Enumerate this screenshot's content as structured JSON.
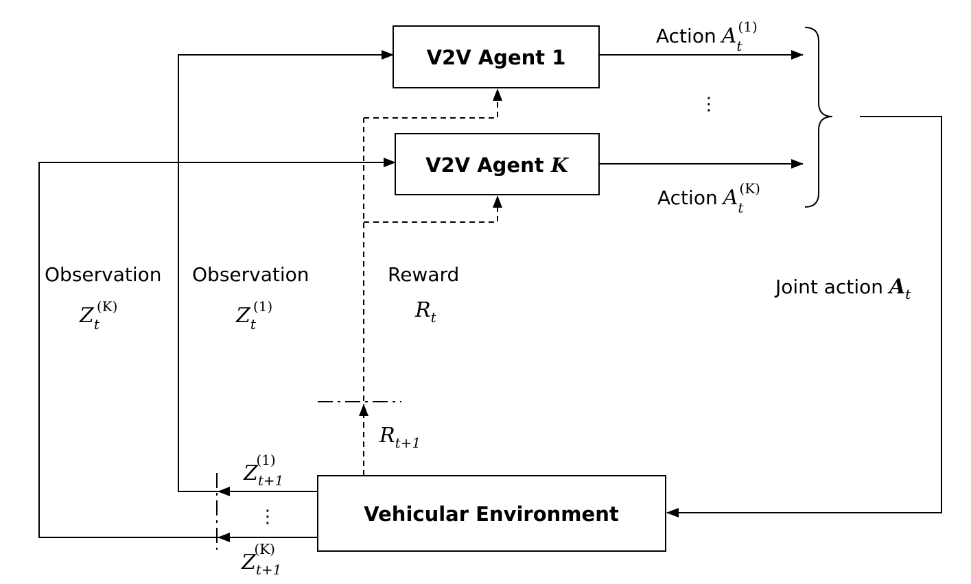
{
  "blocks": {
    "agent_1": "V2V Agent 1",
    "agent_k_prefix": "V2V Agent ",
    "agent_k_var": "K",
    "environment": "Vehicular Environment"
  },
  "labels": {
    "action_word": "Action",
    "action_symbol": "A",
    "action_sub": "t",
    "action_sup_1": "(1)",
    "action_sup_k": "(K)",
    "joint_action_word": "Joint action ",
    "joint_action_symbol": "A",
    "joint_action_sub": "t",
    "observation_k_word": "Observation",
    "observation_1_word": "Observation",
    "obs_symbol": "Z",
    "obs_sub": "t",
    "obs_sup_1": "(1)",
    "obs_sup_k": "(K)",
    "reward_word": "Reward",
    "reward_symbol": "R",
    "reward_sub": "t",
    "next_reward_symbol": "R",
    "next_reward_sub": "t+1",
    "next_obs_symbol": "Z",
    "next_obs_sub": "t+1",
    "next_obs_sup_1": "(1)",
    "next_obs_sup_k": "(K)",
    "ellipsis": "⋮"
  }
}
